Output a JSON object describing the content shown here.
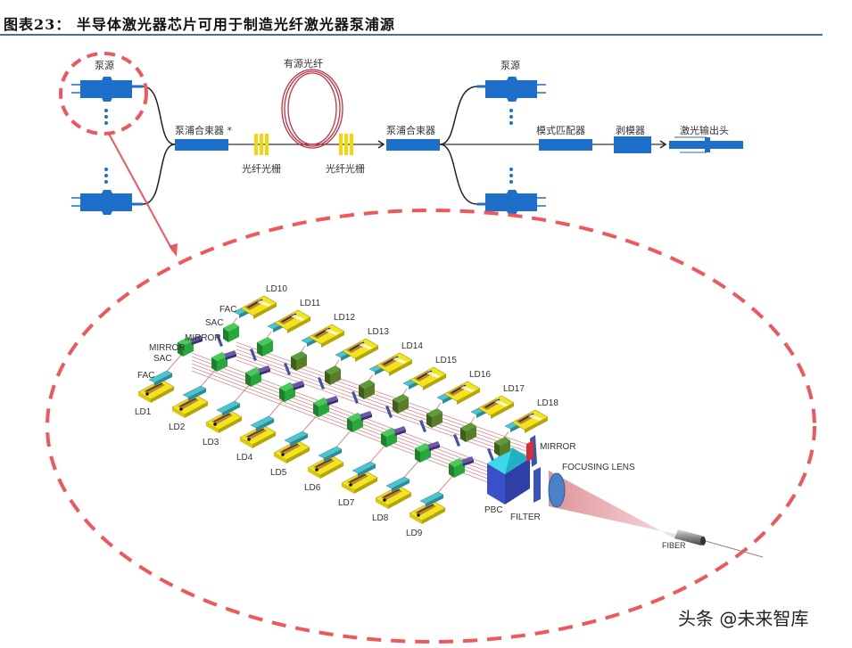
{
  "figure": {
    "title": "图表23： 半导体激光器芯片可用于制造光纤激光器泵浦源",
    "watermark": "头条 @未来智库"
  },
  "fiber_laser": {
    "pump_source_left": "泵源",
    "combiner_left": "泵浦合束器 *",
    "active_fiber": "有源光纤",
    "grating_left": "光纤光栅",
    "grating_right": "光纤光栅",
    "combiner_right": "泵浦合束器",
    "pump_source_right": "泵源",
    "mode_matcher": "模式匹配器",
    "stripper": "剥模器",
    "output_head": "激光输出头"
  },
  "pump_module": {
    "lower_row": [
      "LD1",
      "LD2",
      "LD3",
      "LD4",
      "LD5",
      "LD6",
      "LD7",
      "LD8",
      "LD9"
    ],
    "upper_row": [
      "LD10",
      "LD11",
      "LD12",
      "LD13",
      "LD14",
      "LD15",
      "LD16",
      "LD17",
      "LD18"
    ],
    "labels": {
      "fac_upper": "FAC",
      "sac_upper": "SAC",
      "mirror_upper": "MIRROR",
      "mirror_lower": "MIRROR",
      "sac_lower": "SAC",
      "fac_lower": "FAC",
      "mirror_right": "MIRROR",
      "focusing_lens": "FOCUSING LENS",
      "pbc": "PBC",
      "filter": "FILTER",
      "fiber": "FIBER"
    }
  },
  "colors": {
    "component_blue": "#1d6fc9",
    "highlight_red": "#f0575c",
    "fiber_coil": "#c23040",
    "grating_yellow": "#f5d50a",
    "ld_yellow": "#f2e51b",
    "fac_cyan": "#4fc3d0",
    "sac_green": "#27a83a"
  }
}
